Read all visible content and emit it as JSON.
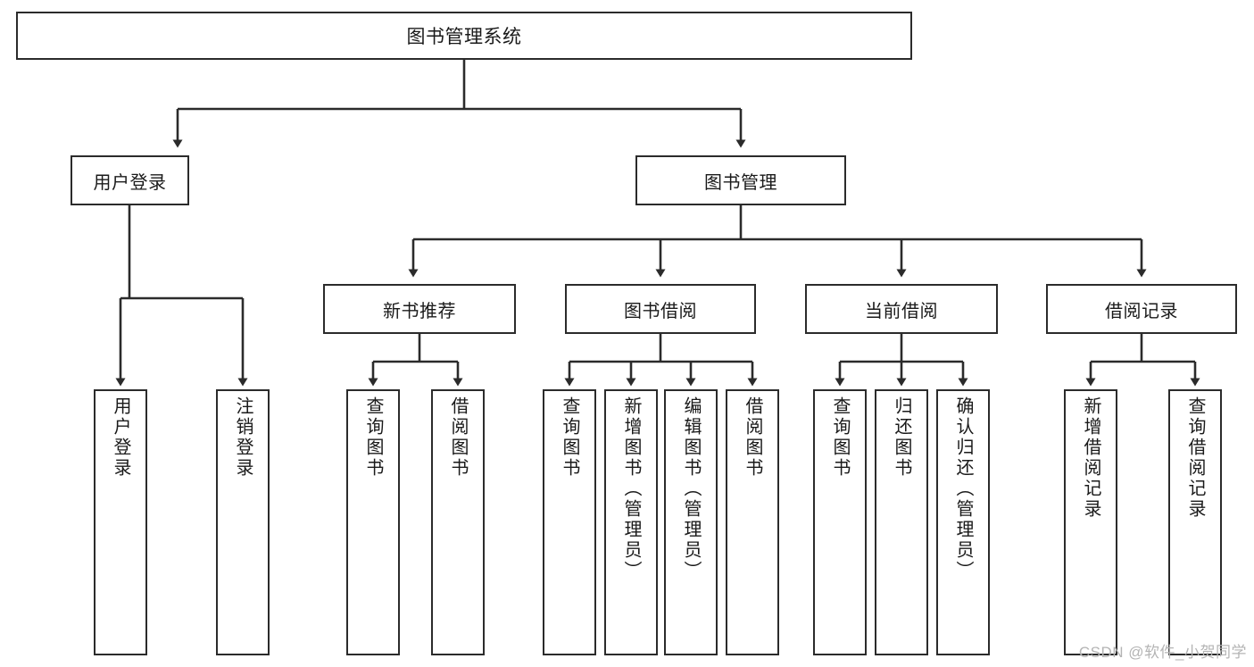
{
  "diagram": {
    "title": "图书管理系统",
    "type": "tree",
    "root": {
      "id": "root",
      "label": "图书管理系统",
      "orientation": "horizontal"
    },
    "level2": [
      {
        "id": "user-login",
        "label": "用户登录",
        "orientation": "horizontal"
      },
      {
        "id": "book-manage",
        "label": "图书管理",
        "orientation": "horizontal"
      }
    ],
    "level3": [
      {
        "id": "new-book-recommend",
        "label": "新书推荐",
        "orientation": "horizontal",
        "parent": "book-manage"
      },
      {
        "id": "book-borrow",
        "label": "图书借阅",
        "orientation": "horizontal",
        "parent": "book-manage"
      },
      {
        "id": "current-borrow",
        "label": "当前借阅",
        "orientation": "horizontal",
        "parent": "book-manage"
      },
      {
        "id": "borrow-record",
        "label": "借阅记录",
        "orientation": "horizontal",
        "parent": "book-manage"
      }
    ],
    "leaves": [
      {
        "id": "leaf-user-login",
        "label": "用户登录",
        "orientation": "vertical",
        "parent": "user-login"
      },
      {
        "id": "leaf-logout",
        "label": "注销登录",
        "orientation": "vertical",
        "parent": "user-login"
      },
      {
        "id": "leaf-query-book-1",
        "label": "查询图书",
        "orientation": "vertical",
        "parent": "new-book-recommend"
      },
      {
        "id": "leaf-borrow-book-1",
        "label": "借阅图书",
        "orientation": "vertical",
        "parent": "new-book-recommend"
      },
      {
        "id": "leaf-query-book-2",
        "label": "查询图书",
        "orientation": "vertical",
        "parent": "book-borrow"
      },
      {
        "id": "leaf-add-book",
        "label": "新增图书（管理员）",
        "orientation": "vertical",
        "parent": "book-borrow"
      },
      {
        "id": "leaf-edit-book",
        "label": "编辑图书（管理员）",
        "orientation": "vertical",
        "parent": "book-borrow"
      },
      {
        "id": "leaf-borrow-book-2",
        "label": "借阅图书",
        "orientation": "vertical",
        "parent": "book-borrow"
      },
      {
        "id": "leaf-query-book-3",
        "label": "查询图书",
        "orientation": "vertical",
        "parent": "current-borrow"
      },
      {
        "id": "leaf-return-book",
        "label": "归还图书",
        "orientation": "vertical",
        "parent": "current-borrow"
      },
      {
        "id": "leaf-confirm-return",
        "label": "确认归还（管理员）",
        "orientation": "vertical",
        "parent": "current-borrow"
      },
      {
        "id": "leaf-add-record",
        "label": "新增借阅记录",
        "orientation": "vertical",
        "parent": "borrow-record"
      },
      {
        "id": "leaf-query-record",
        "label": "查询借阅记录",
        "orientation": "vertical",
        "parent": "borrow-record"
      }
    ]
  },
  "watermark": {
    "text": "CSDN @软件_小贺同学"
  },
  "colors": {
    "stroke": "#2b2b2b",
    "background": "#ffffff",
    "text": "#1a1a1a",
    "watermark": "#b4b4b4"
  }
}
